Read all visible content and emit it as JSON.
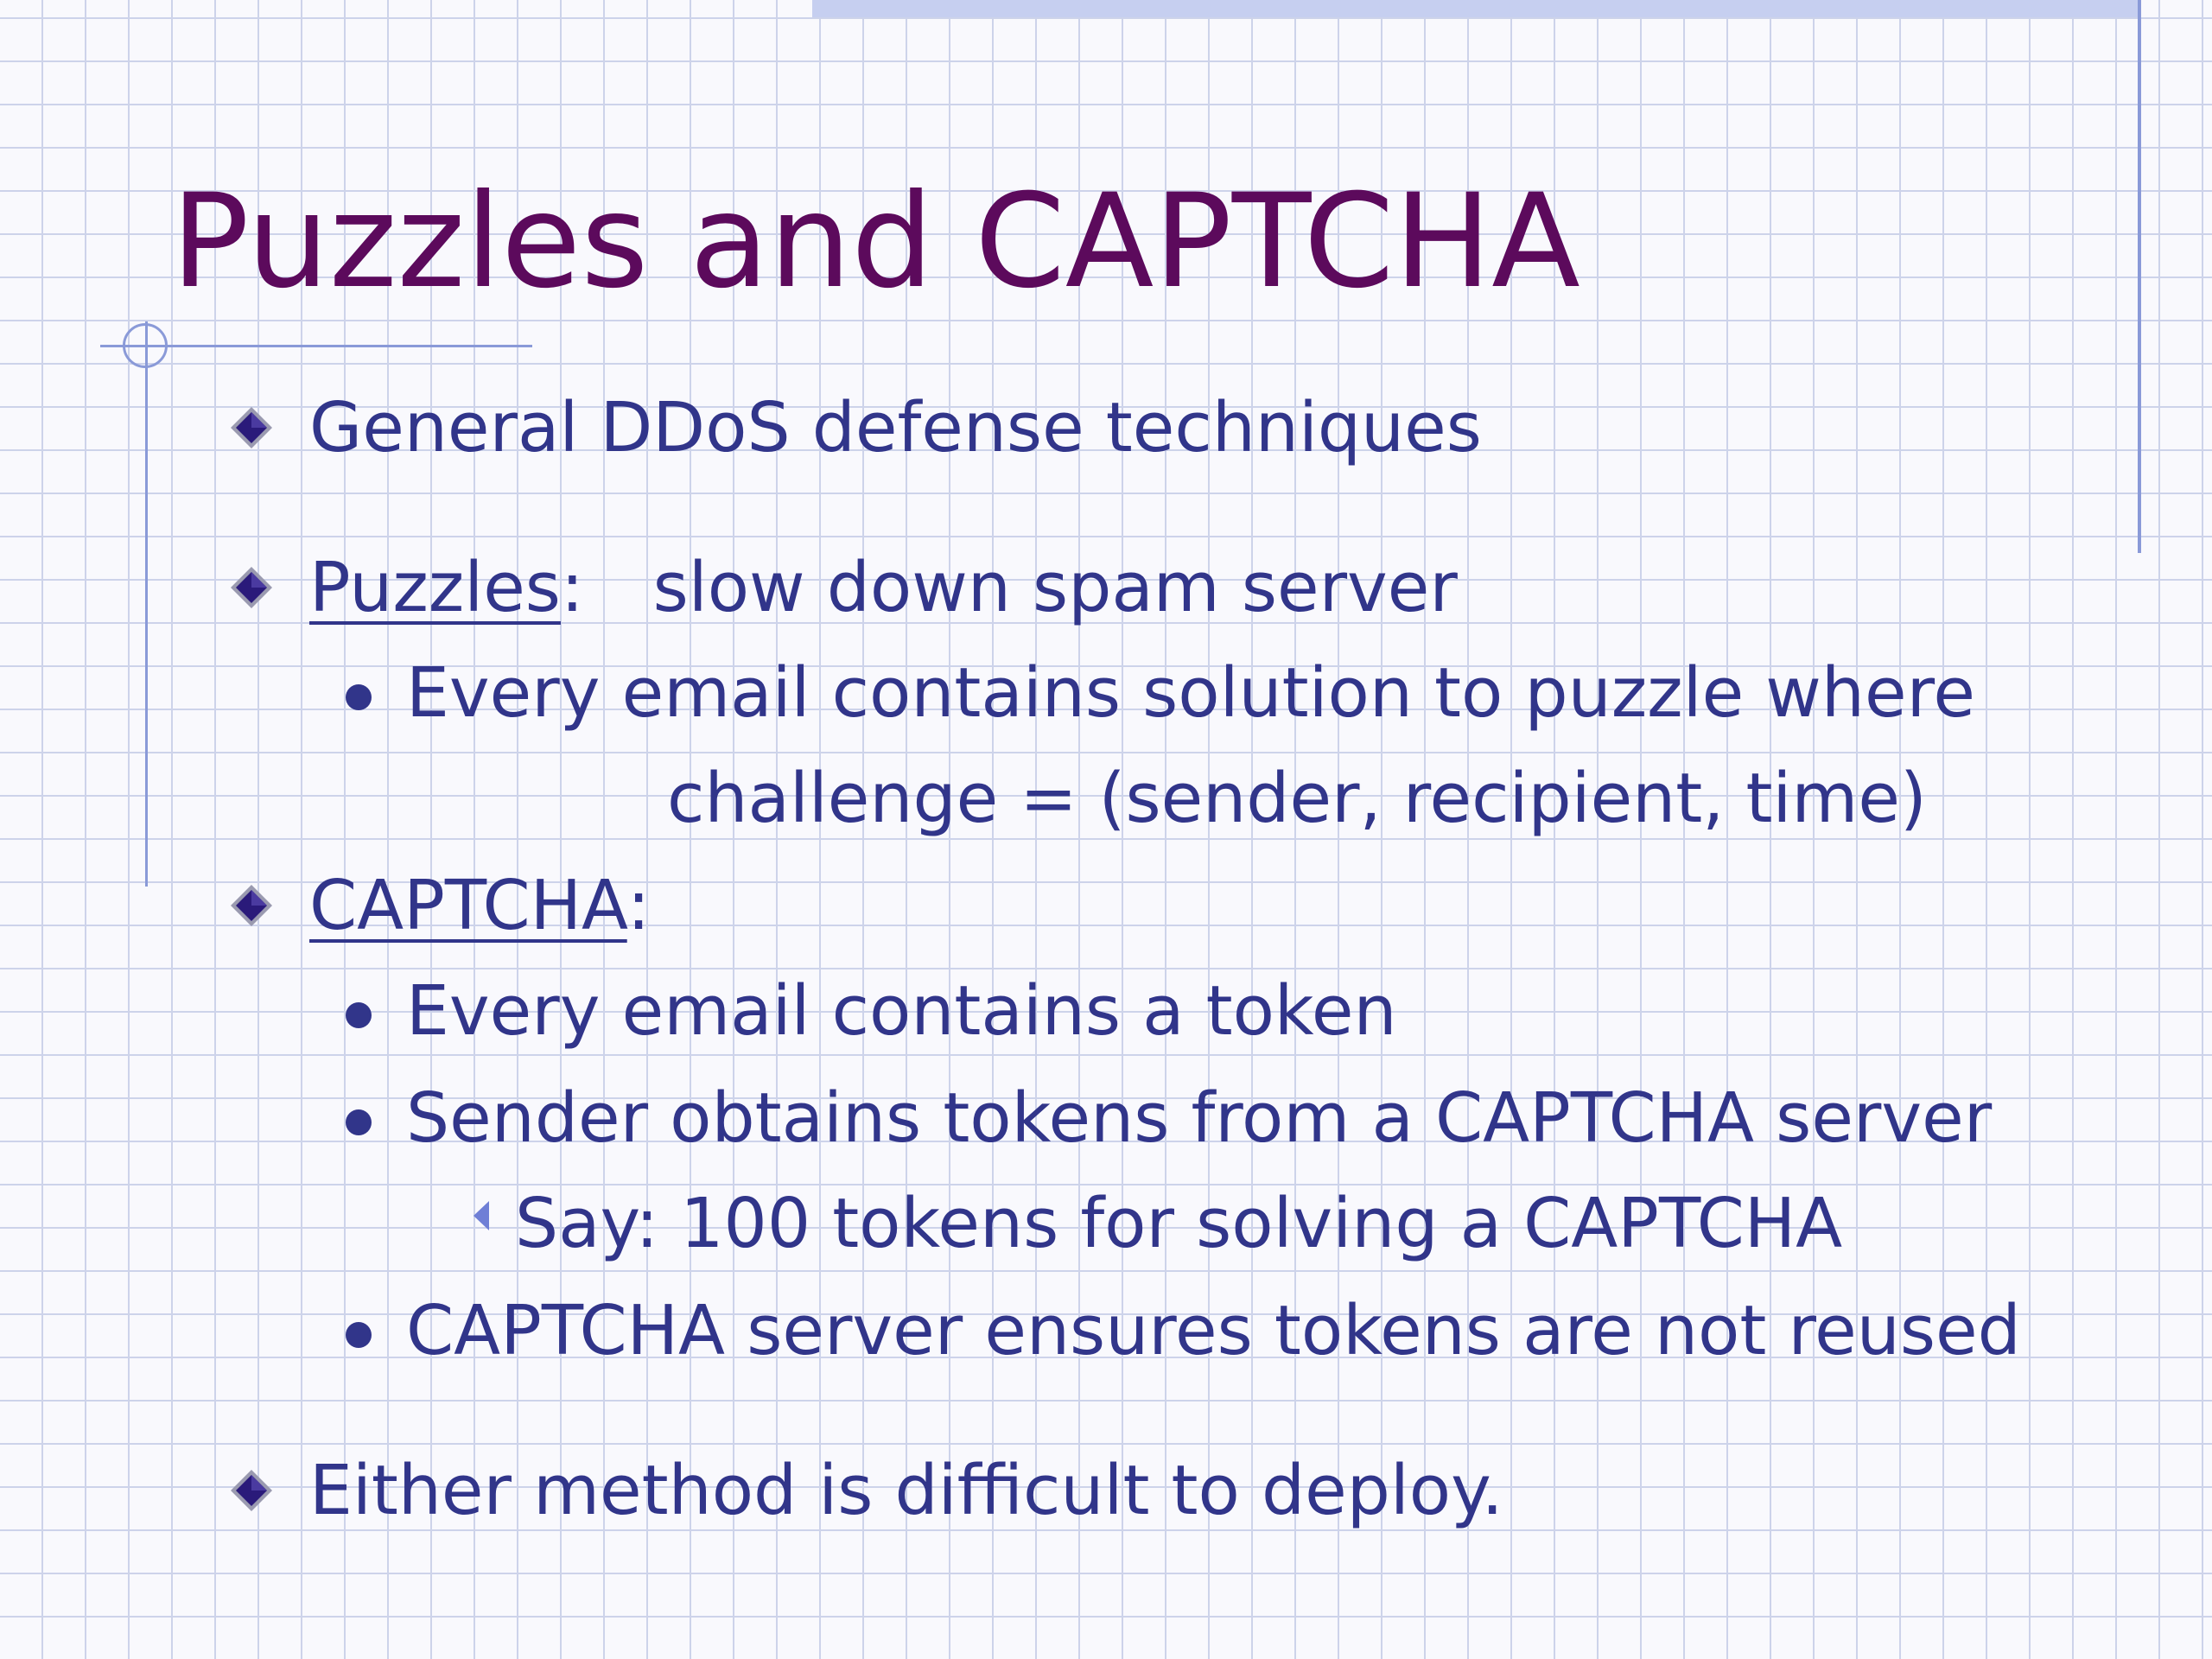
{
  "slide": {
    "title": "Puzzles and CAPTCHA",
    "bullets": {
      "general": "General DDoS defense techniques",
      "puzzles": {
        "term": "Puzzles",
        "sep": ":",
        "desc": "slow down spam server",
        "sub1": "Every email contains solution to puzzle where",
        "sub1_cont": "challenge = (sender, recipient, time)"
      },
      "captcha": {
        "term": "CAPTCHA",
        "sep": ":",
        "sub1": "Every email contains a token",
        "sub2": "Sender obtains tokens from a CAPTCHA server",
        "sub2_sub": "Say:  100 tokens for solving a CAPTCHA",
        "sub3": "CAPTCHA server ensures tokens are not reused"
      },
      "either": "Either method is difficult to deploy."
    }
  },
  "colors": {
    "title": "#5c0a5c",
    "text": "#31358a",
    "accent_line": "#8a9ad8",
    "grid": "#cdd3ea"
  },
  "icons": {
    "level1": "diamond-bullet-icon",
    "level2": "round-bullet-icon",
    "level3": "triangle-bullet-icon"
  }
}
